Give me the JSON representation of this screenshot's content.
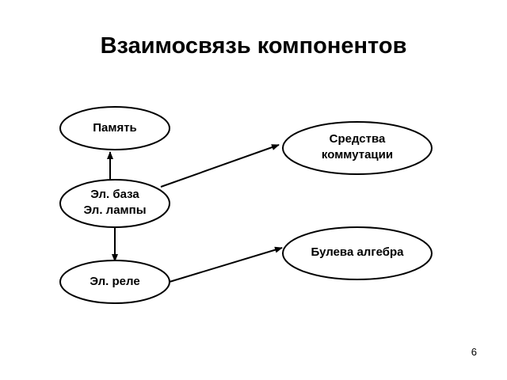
{
  "title": "Взаимосвязь компонентов",
  "nodes": {
    "memory": {
      "label": "Память"
    },
    "base": {
      "line1": "Эл. база",
      "line2": "Эл. лампы"
    },
    "relay": {
      "label": "Эл. реле"
    },
    "switching": {
      "line1": "Средства",
      "line2": "коммутации"
    },
    "boolean": {
      "label": "Булева алгебра"
    }
  },
  "edges": [
    {
      "from": "base",
      "to": "memory"
    },
    {
      "from": "base",
      "to": "relay"
    },
    {
      "from": "base",
      "to": "switching"
    },
    {
      "from": "relay",
      "to": "boolean"
    }
  ],
  "page_number": "6"
}
